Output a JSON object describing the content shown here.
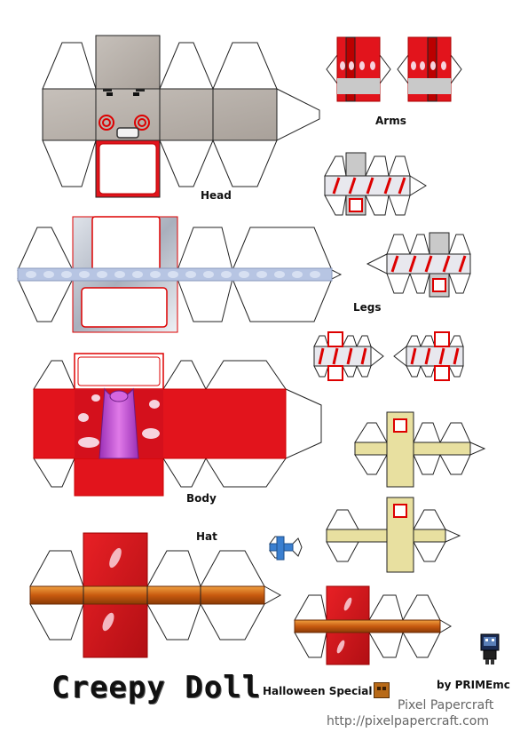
{
  "labels": {
    "head": "Head",
    "arms": "Arms",
    "legs": "Legs",
    "body": "Body",
    "hat": "Hat"
  },
  "footer": {
    "title": "Creepy Doll",
    "subtitle": "Halloween Special",
    "author": "by PRIMEmc",
    "brand": "Pixel Papercraft",
    "url": "http://pixelpapercraft.com"
  },
  "icons": {
    "pumpkin": "pumpkin-icon",
    "avatar": "minecraft-avatar-icon"
  },
  "colors": {
    "skin": "#b9b1aa",
    "dress_red": "#e0141c",
    "stripe_blue": "#b7c5e3",
    "hat_band": "#d2691e",
    "pale_yellow": "#e8e0a0",
    "nose_blue": "#3a7fd0",
    "sock_red": "#d8202a",
    "fold_line": "#222222",
    "text": "#111111",
    "brand_gray": "#666666"
  }
}
